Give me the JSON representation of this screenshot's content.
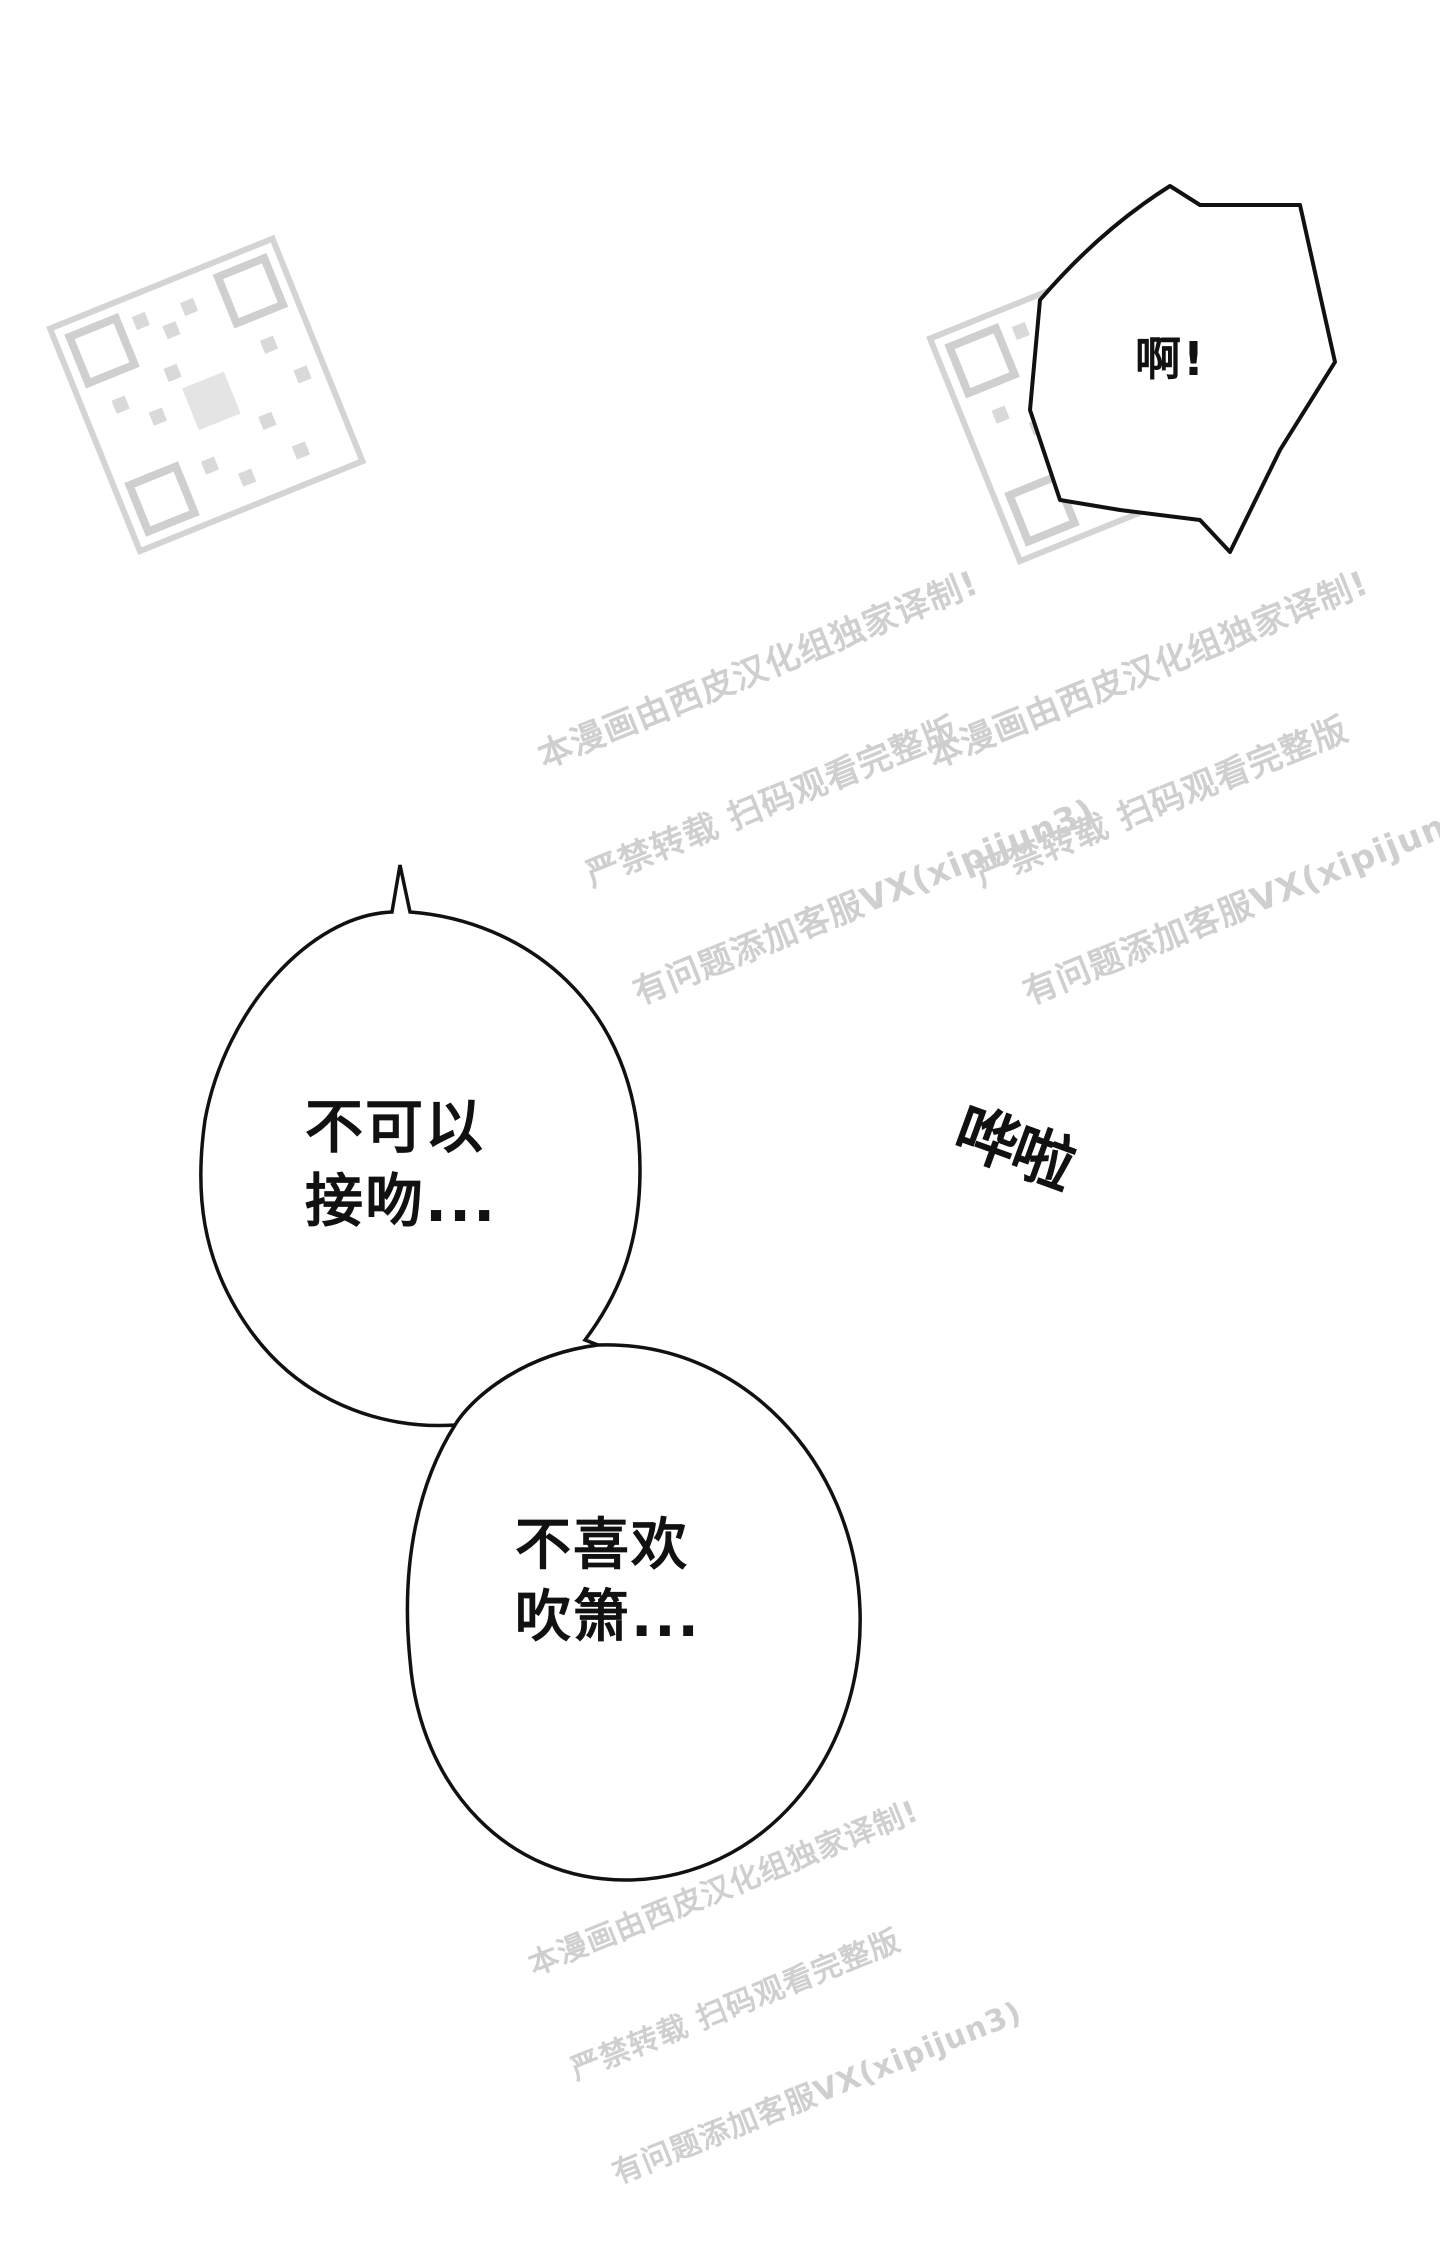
{
  "bubbles": {
    "exclaim": "啊!",
    "left_top": "不可以\n接吻...",
    "left_bottom": "不喜欢\n吹箫..."
  },
  "sfx": {
    "sound": "哗啦"
  },
  "watermark": {
    "line1": "本漫画由西皮汉化组独家译制!",
    "line2": "严禁转载 扫码观看完整版",
    "line3": "有问题添加客服VX(xipijun3)"
  }
}
